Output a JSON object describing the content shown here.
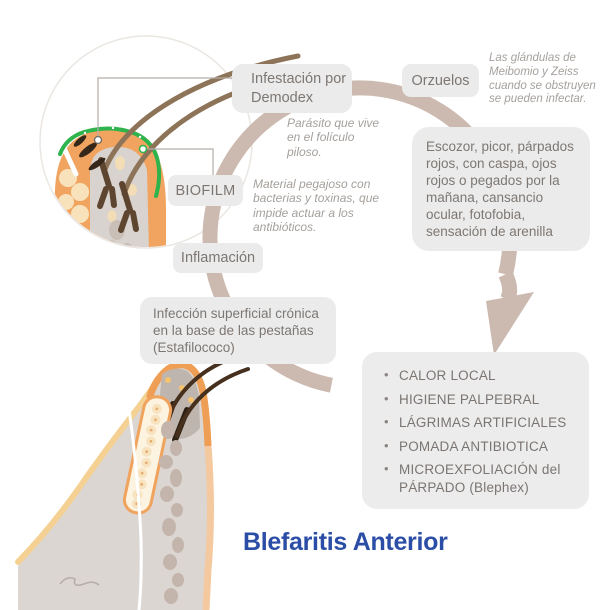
{
  "title": "Blefaritis Anterior",
  "diagram": {
    "nodes": {
      "infestacion": "Infestación por Demodex",
      "orzuelos": "Orzuelos",
      "biofilm": "BIOFILM",
      "inflamacion": "Inflamación",
      "infeccion": "Infección superficial crónica en la base de las pestañas (Estafilococo)",
      "sintomas": "Escozor, picor, párpados rojos, con caspa, ojos rojos o pegados por la mañana, cansancio ocular, fotofobia, sensación de arenilla"
    },
    "notes": {
      "demodex": "Parásito que vive en el folículo piloso.",
      "orzuelos": "Las glándulas de Meibomio y Zeiss cuando se obstruyen se pueden infectar.",
      "biofilm": "Material pegajoso con bacterias y toxinas, que impide actuar a los antibióticos."
    },
    "tratamiento": {
      "items": [
        "CALOR LOCAL",
        "HIGIENE PALPEBRAL",
        "LÁGRIMAS ARTIFICIALES",
        "POMADA ANTIBIOTICA",
        "MICROEXFOLIACIÓN del PÁRPADO (Blephex)"
      ]
    },
    "illustrations": {
      "upper": "magnified-eyelid-margin-with-demodex-and-biofilm",
      "lower": "eyelid-cross-section-with-lashes-and-glands"
    }
  },
  "colors": {
    "arc": "#ccbab0",
    "node_bg": "#ebebeb",
    "node_text": "#7d7773",
    "note_text": "#a5a09c",
    "title_blue": "#2b4da6",
    "biofilm_green": "#2fb34c",
    "skin_orange": "#f1a45f",
    "cream": "#f8e2bc",
    "lash_brown": "#8d7458"
  }
}
